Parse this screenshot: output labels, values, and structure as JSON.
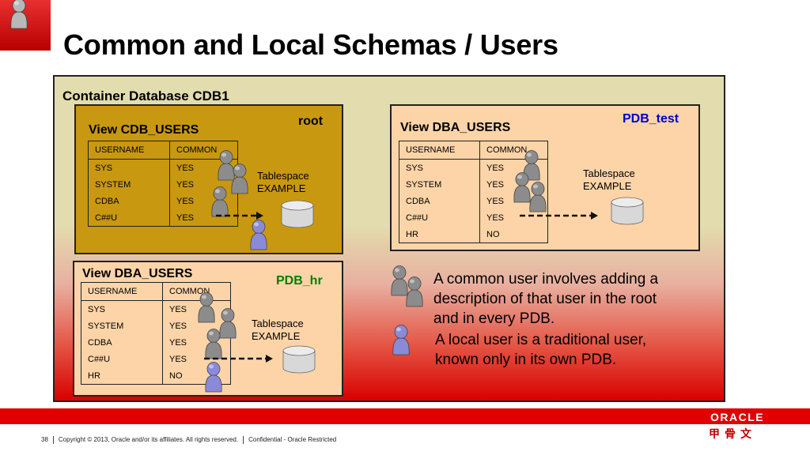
{
  "slide": {
    "title": "Common and Local Schemas / Users",
    "page_number": "38",
    "copyright": "Copyright © 2013, Oracle and/or its affiliates. All rights reserved.",
    "confidentiality": "Confidential - Oracle Restricted",
    "logo_text": "ORACLE",
    "logo_cn": "甲骨文"
  },
  "container": {
    "title": "Container Database CDB1"
  },
  "root_panel": {
    "label": "root",
    "view_title": "View CDB_USERS",
    "columns": [
      "USERNAME",
      "COMMON"
    ],
    "rows": [
      [
        "SYS",
        "YES"
      ],
      [
        "SYSTEM",
        "YES"
      ],
      [
        "CDBA",
        "YES"
      ],
      [
        "C##U",
        "YES"
      ]
    ],
    "tablespace_line1": "Tablespace",
    "tablespace_line2": "EXAMPLE"
  },
  "pdb_test_panel": {
    "label": "PDB_test",
    "view_title": "View DBA_USERS",
    "columns": [
      "USERNAME",
      "COMMON"
    ],
    "rows": [
      [
        "SYS",
        "YES"
      ],
      [
        "SYSTEM",
        "YES"
      ],
      [
        "CDBA",
        "YES"
      ],
      [
        "C##U",
        "YES"
      ],
      [
        "HR",
        "NO"
      ]
    ],
    "tablespace_line1": "Tablespace",
    "tablespace_line2": "EXAMPLE"
  },
  "pdb_hr_panel": {
    "label": "PDB_hr",
    "view_title": "View DBA_USERS",
    "columns": [
      "USERNAME",
      "COMMON"
    ],
    "rows": [
      [
        "SYS",
        "YES"
      ],
      [
        "SYSTEM",
        "YES"
      ],
      [
        "CDBA",
        "YES"
      ],
      [
        "C##U",
        "YES"
      ],
      [
        "HR",
        "NO"
      ]
    ],
    "tablespace_line1": "Tablespace",
    "tablespace_line2": "EXAMPLE"
  },
  "legend": {
    "common_line1": "A common user involves adding a",
    "common_line2": "description of that user in the root",
    "common_line3": "and in every PDB.",
    "local_line1": "A local user is a traditional user,",
    "local_line2": "known only in its own PDB."
  },
  "colors": {
    "accent_red": "#e00000",
    "root_fill": "#c89810",
    "pdb_fill": "#fdd4a8",
    "pdb_test_label": "#0000cc",
    "pdb_hr_label": "#008000",
    "common_user_icon": "#8c8c8c",
    "local_user_icon": "#8a8ad8"
  }
}
